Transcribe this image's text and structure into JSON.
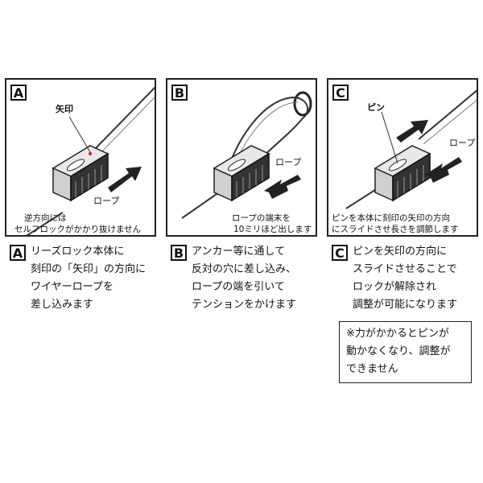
{
  "panels": [
    {
      "letter": "A",
      "labels": {
        "mark": "矢印",
        "rope": "ロープ"
      },
      "caption": [
        "逆方向には",
        "セルフロックがかかり抜けません"
      ]
    },
    {
      "letter": "B",
      "labels": {
        "rope": "ロープ"
      },
      "caption": [
        "ロープの端末を",
        "10ミリほど出します"
      ]
    },
    {
      "letter": "C",
      "labels": {
        "pin": "ピン",
        "rope": "ロープ"
      },
      "caption": [
        "ピンを本体に刻印の矢印の方向",
        "にスライドさせ長さを調節します"
      ]
    }
  ],
  "descriptions": [
    {
      "letter": "A",
      "lines": [
        "リーズロック本体に",
        "刻印の「矢印」の方向に",
        "ワイヤーロープを",
        "差し込みます"
      ]
    },
    {
      "letter": "B",
      "lines": [
        "アンカー等に通して",
        "反対の穴に差し込み、",
        "ロープの端を引いて",
        "テンションをかけます"
      ]
    },
    {
      "letter": "C",
      "lines": [
        "ピンを矢印の方向に",
        "スライドさせることで",
        "ロックが解除され",
        "調整が可能になります"
      ]
    }
  ],
  "note": {
    "lines": [
      "※力がかかるとピンが",
      "動かなくなり、調整が",
      "できません"
    ]
  },
  "colors": {
    "mark_dot": "#d62020",
    "ink": "#111111"
  }
}
